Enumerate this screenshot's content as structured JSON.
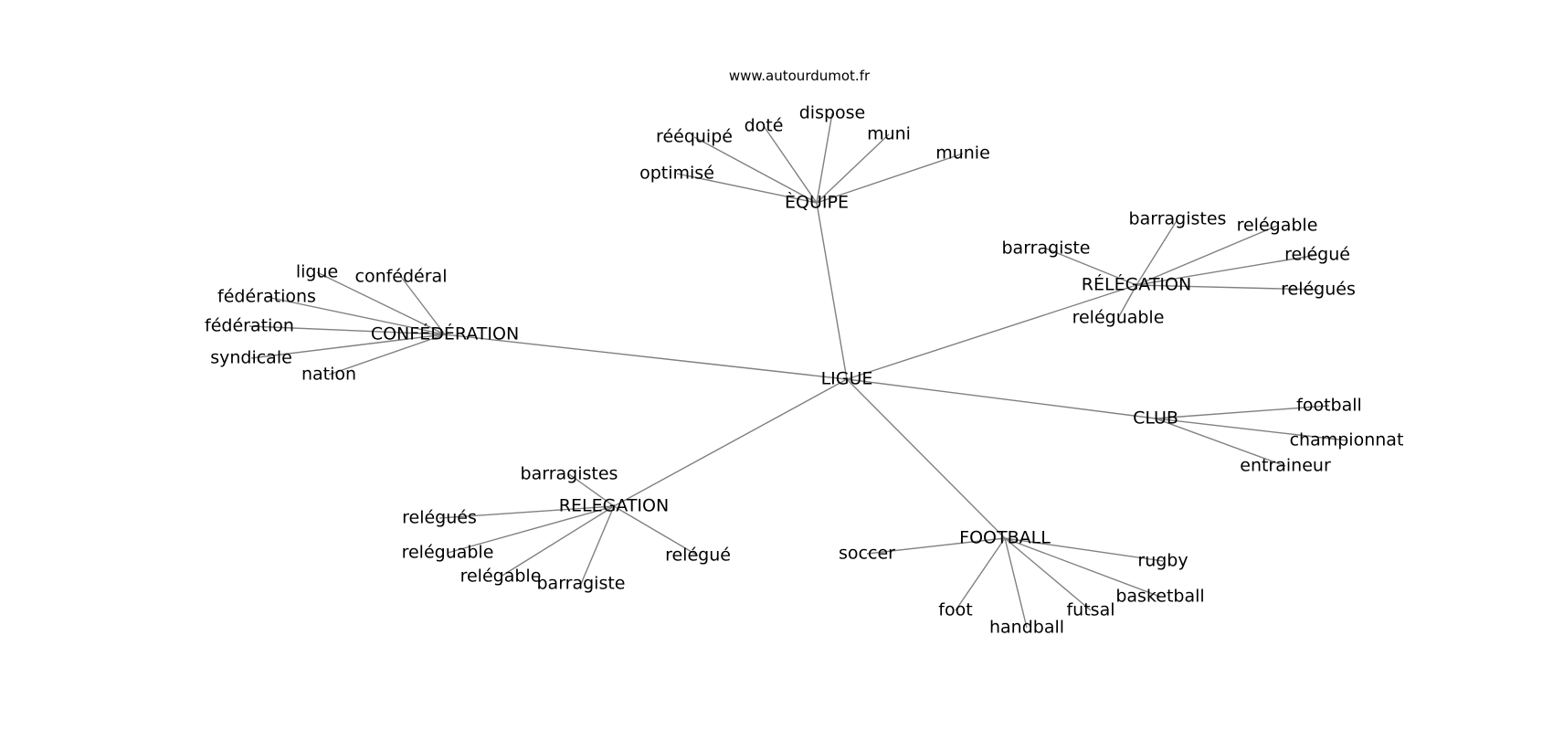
{
  "source": "www.autourdumot.fr",
  "colors": {
    "edge": "#808080",
    "text": "#000000",
    "background": "#ffffff"
  },
  "graph": {
    "center": "LIGUE",
    "clusters": [
      {
        "hub": "ÈQUIPE",
        "leaves": [
          "rééquipé",
          "doté",
          "dispose",
          "muni",
          "munie",
          "optimisé"
        ]
      },
      {
        "hub": "RÉLÉGATION",
        "leaves": [
          "barragistes",
          "relégable",
          "relégué",
          "relégués",
          "barragiste",
          "reléguable"
        ]
      },
      {
        "hub": "CONFÉDÉRATION",
        "leaves": [
          "ligue",
          "confédéral",
          "fédérations",
          "fédération",
          "syndicale",
          "nation"
        ]
      },
      {
        "hub": "CLUB",
        "leaves": [
          "football",
          "championnat",
          "entraineur"
        ]
      },
      {
        "hub": "RELEGATION",
        "leaves": [
          "barragistes",
          "relégués",
          "reléguable",
          "relégable",
          "barragiste",
          "relégué"
        ]
      },
      {
        "hub": "FOOTBALL",
        "leaves": [
          "soccer",
          "rugby",
          "basketball",
          "futsal",
          "foot",
          "handball"
        ]
      }
    ]
  }
}
